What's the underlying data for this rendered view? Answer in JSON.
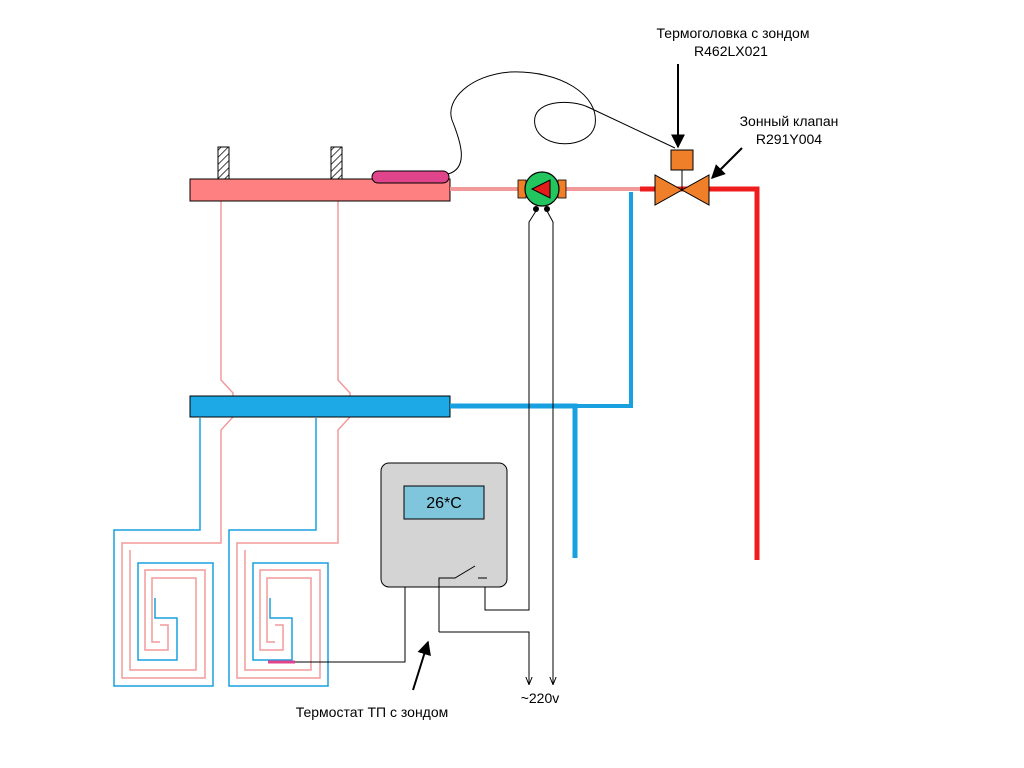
{
  "labels": {
    "thermohead_title": "Термоголовка с зондом",
    "thermohead_model": "R462LX021",
    "zone_valve_title": "Зонный клапан",
    "zone_valve_model": "R291Y004",
    "thermostat_label": "Термостат ТП с зондом",
    "power_label": "~220v",
    "display_value": "26*C"
  },
  "icons": {
    "pump": "circulation-pump-icon",
    "valve": "zone-valve-icon",
    "thermohead": "thermohead-actuator-icon",
    "switch": "relay-switch-icon"
  },
  "colors": {
    "supply_manifold": "#ff8080",
    "return_manifold": "#1ca9e6",
    "supply_pipe": "#ee1c1c",
    "supply_light_pipe": "#f29a9a",
    "return_pipe": "#18a0e0",
    "probe": "#e0448a",
    "valve": "#f07f2a",
    "pump_body": "#22c55e",
    "pump_arrow": "#e31b1b",
    "thermostat_body": "#d4d4d4",
    "display_bg": "#7fc5dc"
  }
}
